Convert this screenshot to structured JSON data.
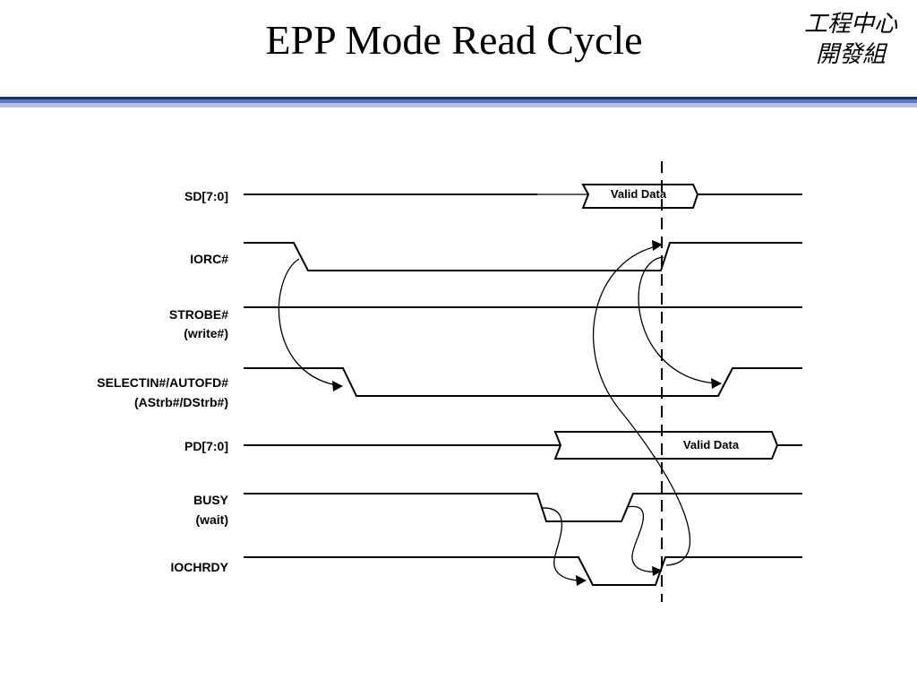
{
  "slide": {
    "title": "EPP Mode Read Cycle",
    "brand_line1": "工程中心",
    "brand_line2": "開發組"
  },
  "signals": [
    {
      "id": "sd",
      "label": "SD[7:0]",
      "sublabel": ""
    },
    {
      "id": "iorc",
      "label": "IORC#",
      "sublabel": ""
    },
    {
      "id": "strobe",
      "label": "STROBE#",
      "sublabel": "(write#)"
    },
    {
      "id": "selectin",
      "label": "SELECTIN#/AUTOFD#",
      "sublabel": "(AStrb#/DStrb#)"
    },
    {
      "id": "pd",
      "label": "PD[7:0]",
      "sublabel": ""
    },
    {
      "id": "busy",
      "label": "BUSY",
      "sublabel": "(wait)"
    },
    {
      "id": "iochrdy",
      "label": "IOCHRDY",
      "sublabel": ""
    }
  ],
  "bus_labels": {
    "sd_valid": "Valid Data",
    "pd_valid": "Valid Data"
  },
  "colors": {
    "rule_dark": "#1f2f7a",
    "rule_mid": "#5e79c2",
    "rule_light": "#b3c3e6"
  }
}
